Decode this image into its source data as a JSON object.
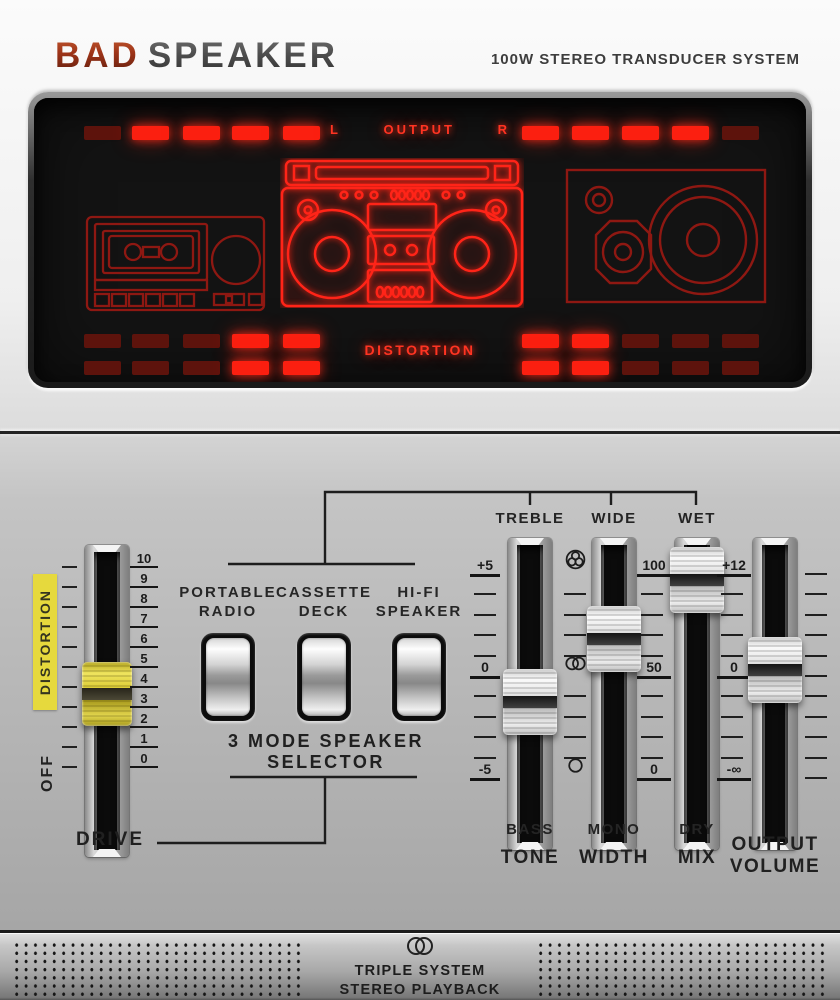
{
  "header": {
    "brand_primary": "BAD",
    "brand_secondary": "SPEAKER",
    "tagline": "100W STEREO TRANSDUCER SYSTEM"
  },
  "display": {
    "output_meter": {
      "left_channel": "L",
      "title": "OUTPUT",
      "right_channel": "R",
      "left_segments": [
        "dim",
        "on",
        "on",
        "on",
        "on"
      ],
      "right_segments": [
        "on",
        "on",
        "on",
        "on",
        "dim"
      ]
    },
    "distortion_meter": {
      "title": "DISTORTION",
      "left_rows": [
        [
          "dim",
          "dim",
          "dim",
          "on",
          "on"
        ],
        [
          "dim",
          "dim",
          "dim",
          "on",
          "on"
        ]
      ],
      "right_rows": [
        [
          "on",
          "on",
          "dim",
          "dim",
          "dim"
        ],
        [
          "on",
          "on",
          "dim",
          "dim",
          "dim"
        ]
      ]
    },
    "drawings": [
      {
        "name": "cassette-deck-drawing",
        "state": "dim"
      },
      {
        "name": "boombox-drawing",
        "state": "glowing"
      },
      {
        "name": "hifi-speaker-drawing",
        "state": "dim"
      }
    ]
  },
  "colors": {
    "led_on": "#fb1f10",
    "led_dim": "#5d130c",
    "neon_bright": "#ff2418",
    "neon_dim": "#8e1812",
    "drive_cap_yellow": "#d9c92f",
    "distortion_zone_yellow": "#e6d93d"
  },
  "drive": {
    "name": "DRIVE",
    "zone_label": "DISTORTION",
    "min_label": "OFF",
    "scale": [
      "10",
      "9",
      "8",
      "7",
      "6",
      "5",
      "4",
      "3",
      "2",
      "1",
      "0"
    ],
    "value": 3.6,
    "norm": 0.36
  },
  "selector": {
    "title": "3 MODE SPEAKER SELECTOR",
    "modes": [
      {
        "line1": "PORTABLE",
        "line2": "RADIO"
      },
      {
        "line1": "CASSETTE",
        "line2": "DECK"
      },
      {
        "line1": "HI-FI",
        "line2": "SPEAKER"
      }
    ]
  },
  "faders": [
    {
      "name": "TONE",
      "top": "TREBLE",
      "bottom": "BASS",
      "value": -1.3,
      "norm": 0.37
    },
    {
      "name": "WIDTH",
      "top": "WIDE",
      "bottom": "MONO",
      "value": 66,
      "norm": 0.675
    },
    {
      "name": "MIX",
      "top": "WET",
      "bottom": "DRY",
      "value": 97,
      "norm": 0.965
    },
    {
      "name": "OUTPUT",
      "name2": "VOLUME",
      "value": 0.5,
      "norm": 0.525
    }
  ],
  "scales": {
    "tone": {
      "top": "+5",
      "mid": "0",
      "bottom": "-5"
    },
    "width_icons": [
      "wide-icon",
      "stereo-icon",
      "mono-icon"
    ],
    "width": {
      "top": "100",
      "mid": "50",
      "bottom": "0"
    },
    "output": {
      "top": "+12",
      "mid": "0",
      "bottom": "-∞"
    }
  },
  "footer": {
    "line1": "TRIPLE SYSTEM",
    "line2": "STEREO PLAYBACK",
    "icon": "stereo-circles-icon"
  }
}
